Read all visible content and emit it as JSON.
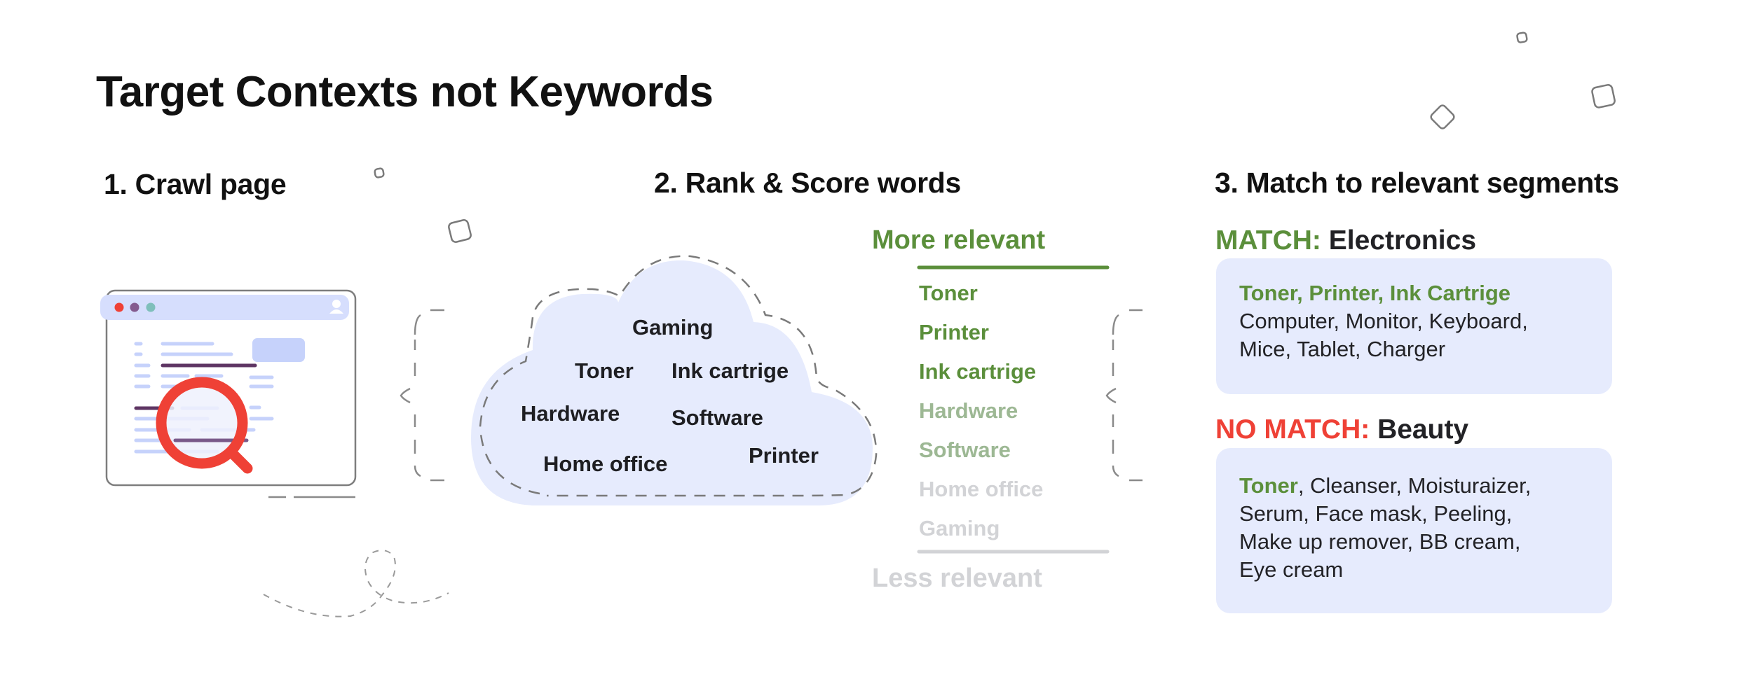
{
  "title": "Target Contexts not Keywords",
  "steps": [
    {
      "label": "1. Crawl page"
    },
    {
      "label": "2. Rank & Score words"
    },
    {
      "label": "3. Match to relevant segments"
    }
  ],
  "browser_illustration": {
    "window_dots": [
      "#ef4136",
      "#845b8f",
      "#7fbfbb"
    ],
    "icons": [
      "user-icon",
      "magnifier-icon"
    ]
  },
  "cloud_words": [
    "Gaming",
    "Toner",
    "Ink cartrige",
    "Hardware",
    "Software",
    "Home office",
    "Printer"
  ],
  "ranking": {
    "top_label": "More relevant",
    "bottom_label": "Less relevant",
    "items": [
      {
        "label": "Toner",
        "level": "high"
      },
      {
        "label": "Printer",
        "level": "high"
      },
      {
        "label": "Ink cartrige",
        "level": "high"
      },
      {
        "label": "Hardware",
        "level": "medium"
      },
      {
        "label": "Software",
        "level": "medium"
      },
      {
        "label": "Home office",
        "level": "low"
      },
      {
        "label": "Gaming",
        "level": "low"
      }
    ]
  },
  "segments": [
    {
      "status": "MATCH:",
      "name": "Electronics",
      "matched_terms": "Toner, Printer, Ink Cartrige",
      "other_terms_line1": "Computer, Monitor, Keyboard,",
      "other_terms_line2": "Mice, Tablet, Charger"
    },
    {
      "status": "NO MATCH:",
      "name": "Beauty",
      "matched_terms": "Toner",
      "other_terms_line1": ", Cleanser, Moisturaizer,",
      "other_terms_line2": "Serum, Face mask, Peeling,",
      "other_terms_line3": "Make up remover, BB cream,",
      "other_terms_line4": "Eye cream"
    }
  ],
  "colors": {
    "green": "#5b8f3b",
    "green_faded": "#9db894",
    "gray_faded": "#d2d3d6",
    "red": "#ef4136",
    "panel_bg": "#e6ebfd",
    "text": "#111111"
  }
}
